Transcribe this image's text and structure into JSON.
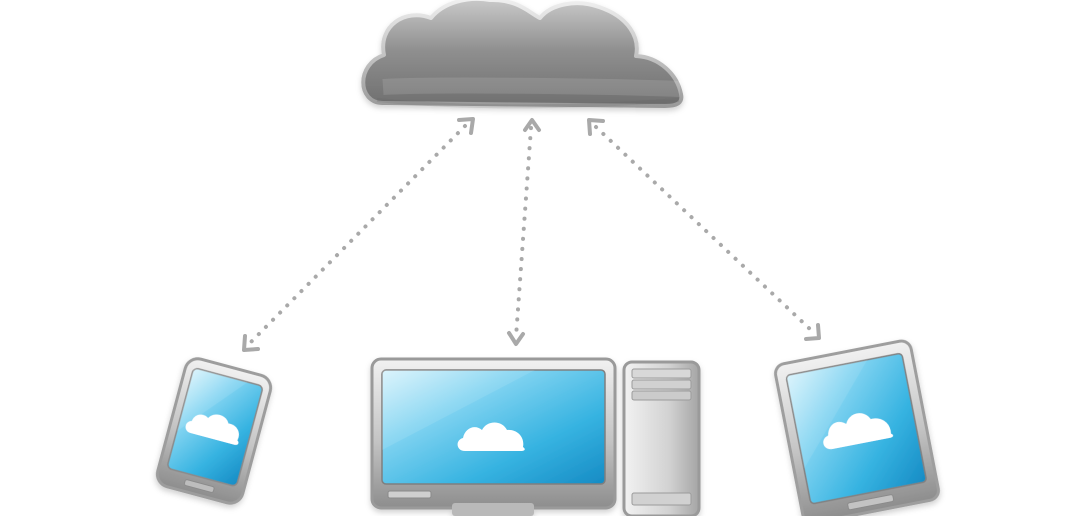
{
  "diagram": {
    "colors": {
      "background": "#ffffff",
      "cloud_dark": "#6f6f6f",
      "cloud_light": "#b5b5b5",
      "device_frame": "#a7a7a7",
      "device_frame_light": "#e5e5e5",
      "screen_blue_light": "#bfe8f8",
      "screen_blue_dark": "#1b9cd2",
      "connector": "#a9a9a9",
      "screen_cloud": "#ffffff"
    },
    "nodes": [
      {
        "id": "cloud",
        "icon": "cloud-icon"
      },
      {
        "id": "smartphone",
        "icon": "smartphone-icon"
      },
      {
        "id": "desktop-computer",
        "icon": "desktop-computer-icon"
      },
      {
        "id": "tablet",
        "icon": "tablet-icon"
      }
    ],
    "connections": [
      {
        "from": "cloud",
        "to": "smartphone",
        "style": "dotted",
        "direction": "bidirectional"
      },
      {
        "from": "cloud",
        "to": "desktop-computer",
        "style": "dotted",
        "direction": "bidirectional"
      },
      {
        "from": "cloud",
        "to": "tablet",
        "style": "dotted",
        "direction": "bidirectional"
      }
    ]
  }
}
